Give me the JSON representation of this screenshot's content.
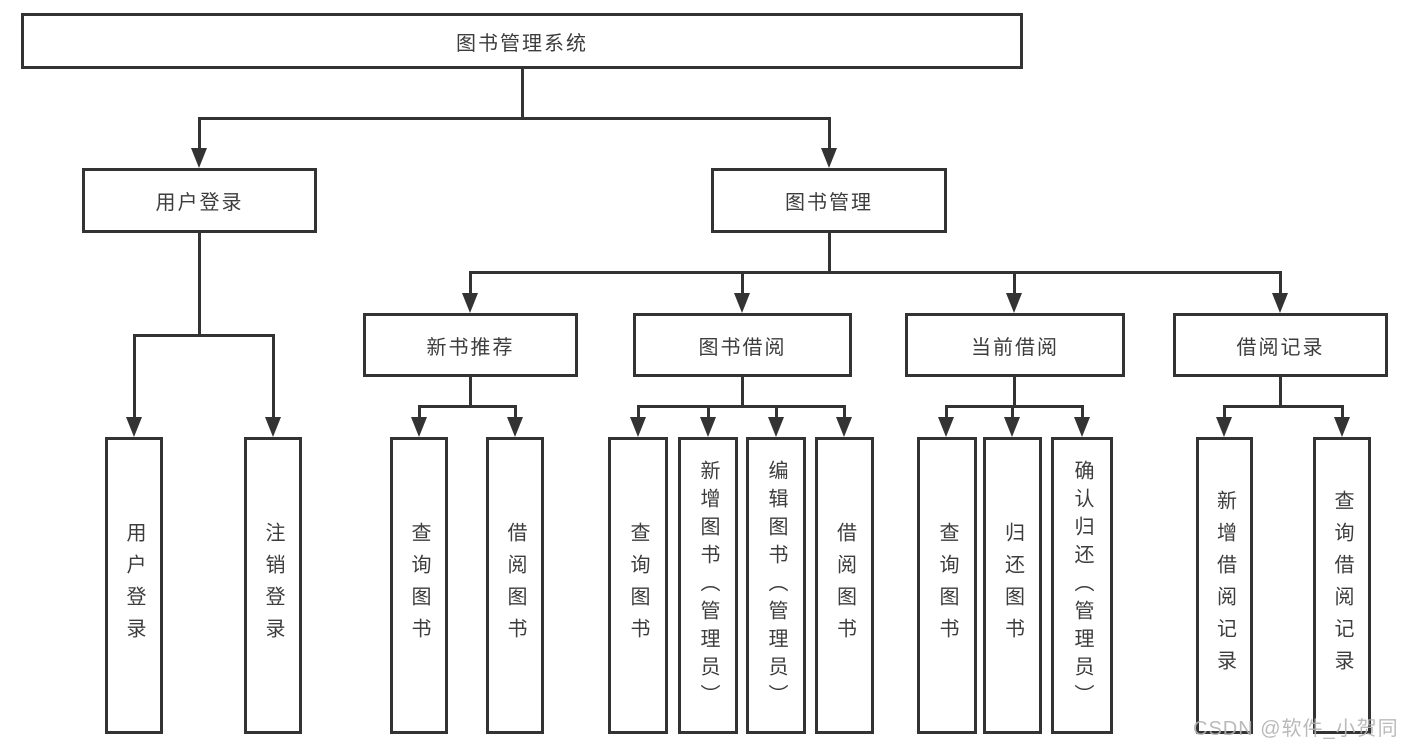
{
  "diagram": {
    "root": {
      "label": "图书管理系统"
    },
    "user_login": {
      "label": "用户登录",
      "children": [
        {
          "label": "用户登录"
        },
        {
          "label": "注销登录"
        }
      ]
    },
    "book_mgmt": {
      "label": "图书管理",
      "children": [
        {
          "label": "新书推荐",
          "children": [
            {
              "label": "查询图书"
            },
            {
              "label": "借阅图书"
            }
          ]
        },
        {
          "label": "图书借阅",
          "children": [
            {
              "label": "查询图书"
            },
            {
              "label": "新增图书（管理员）"
            },
            {
              "label": "编辑图书（管理员）"
            },
            {
              "label": "借阅图书"
            }
          ]
        },
        {
          "label": "当前借阅",
          "children": [
            {
              "label": "查询图书"
            },
            {
              "label": "归还图书"
            },
            {
              "label": "确认归还（管理员）"
            }
          ]
        },
        {
          "label": "借阅记录",
          "children": [
            {
              "label": "新增借阅记录"
            },
            {
              "label": "查询借阅记录"
            }
          ]
        }
      ]
    },
    "watermark": "CSDN @软件_小贺同学",
    "colors": {
      "line": "#333333",
      "text": "#3d3d3d",
      "watermark": "#b3b3b3",
      "background": "#ffffff"
    }
  }
}
